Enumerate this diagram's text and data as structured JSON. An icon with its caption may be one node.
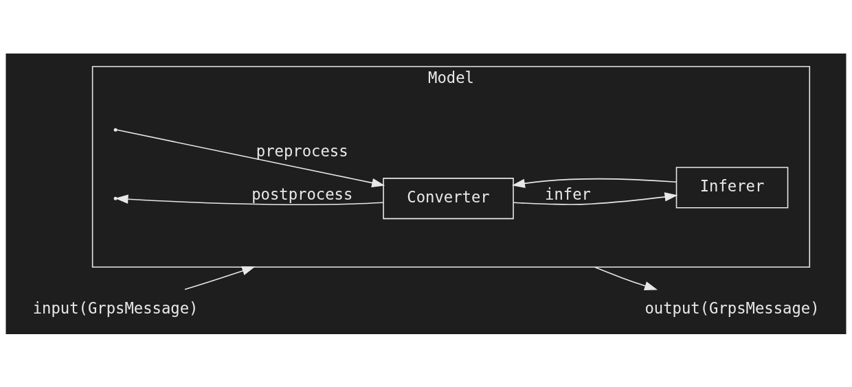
{
  "diagram": {
    "nodes": [
      {
        "text": [
          "Model"
        ]
      },
      {
        "text": [
          "Converter"
        ],
        "in": 0
      },
      {
        "text": [
          "Inferer"
        ],
        "in": 0
      },
      {
        "text": [
          "input(GrpsMessage)"
        ]
      },
      {
        "text": [
          "output(GrpsMessage)"
        ]
      }
    ],
    "edges": [
      {
        "from": 3,
        "to": 0,
        "arrow": "to"
      },
      {
        "from": null,
        "to": 1,
        "arrow": "to",
        "label": "preprocess"
      },
      {
        "from": 1,
        "to": null,
        "arrow": "to",
        "label": "postprocess"
      },
      {
        "from": 1,
        "to": 2,
        "arrow": "to",
        "label": "infer"
      },
      {
        "from": 2,
        "to": 1,
        "arrow": "to"
      },
      {
        "from": 0,
        "to": 4,
        "arrow": "to"
      }
    ]
  }
}
